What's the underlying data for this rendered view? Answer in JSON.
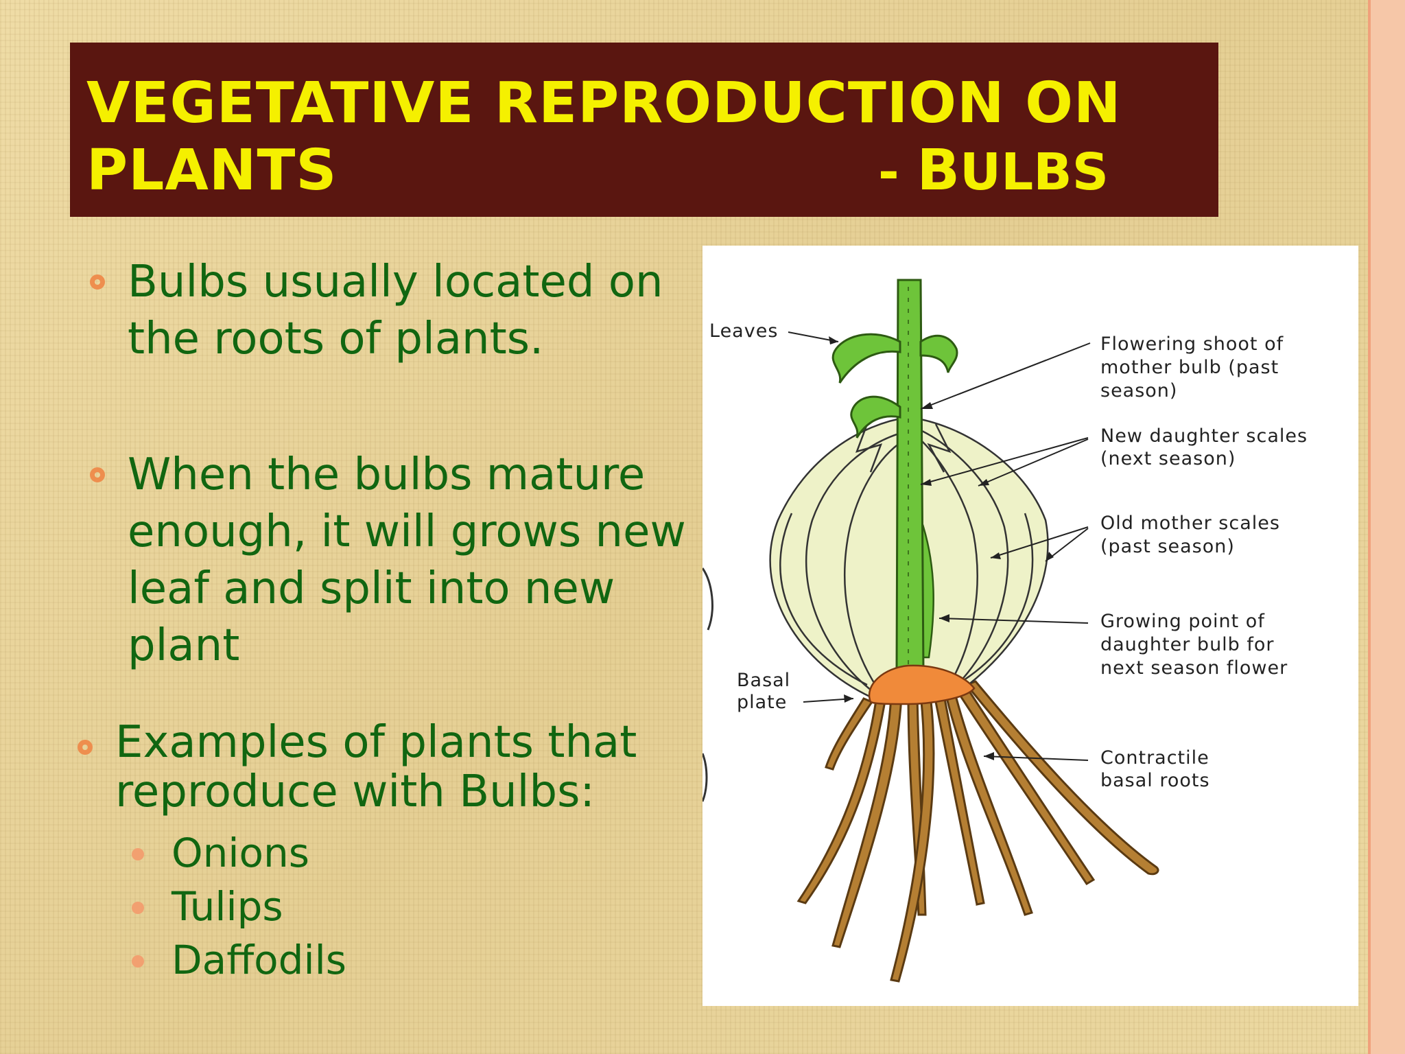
{
  "title": {
    "line1": "VEGETATIVE REPRODUCTION ON",
    "line2": "PLANTS",
    "sub_prefix": "- ",
    "sub_cap": "B",
    "sub_rest": "ULBS"
  },
  "bullets": [
    {
      "lines": [
        "Bulbs usually located on",
        "the roots of plants."
      ]
    },
    {
      "lines": [
        "When the bulbs mature",
        "enough, it will grows new",
        "leaf and split into new",
        "plant"
      ]
    },
    {
      "lines": [
        "Examples of plants that",
        "reproduce with Bulbs:"
      ]
    }
  ],
  "examples": [
    "Onions",
    "Tulips",
    "Daffodils"
  ],
  "diagram": {
    "labels": {
      "leaves": "Leaves",
      "flowering_1": "Flowering shoot of",
      "flowering_2": "mother bulb (past",
      "flowering_3": "season)",
      "daughter_1": "New daughter scales",
      "daughter_2": "(next season)",
      "old_1": "Old mother scales",
      "old_2": "(past season)",
      "growing_1": "Growing point of",
      "growing_2": "daughter bulb for",
      "growing_3": "next season flower",
      "basal_1": "Basal",
      "basal_2": "plate",
      "roots_1": "Contractile",
      "roots_2": "basal roots"
    }
  },
  "colors": {
    "title_bg": "#5a1610",
    "title_text": "#f5f000",
    "body_text": "#116611",
    "bullet_accent": "#ee8e4e",
    "stem": "#6ec43a",
    "bulb": "#eef2c8",
    "basal_plate": "#f08a3a",
    "roots": "#b57f33"
  }
}
